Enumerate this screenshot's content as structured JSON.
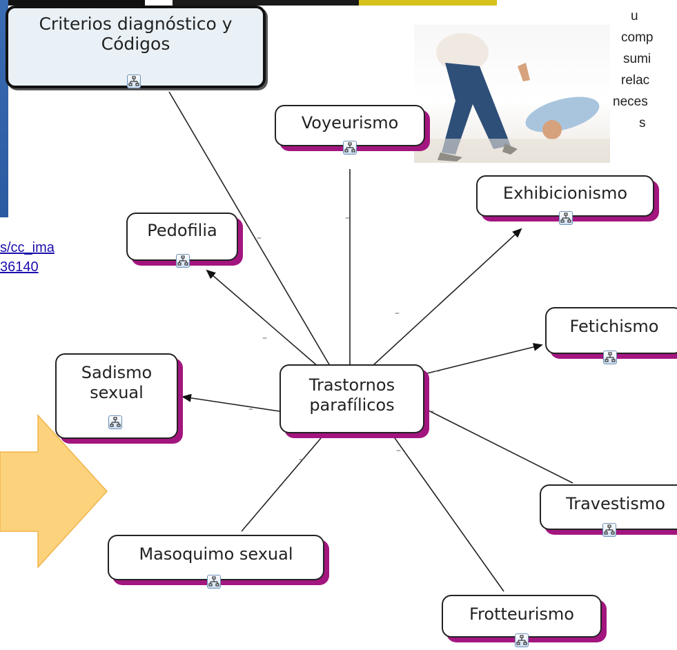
{
  "map": {
    "root": {
      "line1": "Criterios diagnóstico y",
      "line2": "Códigos"
    },
    "center": {
      "line1": "Trastornos",
      "line2": "parafílicos"
    },
    "nodes": {
      "voyeurismo": "Voyeurismo",
      "exhibicionismo": "Exhibicionismo",
      "pedofilia": "Pedofilia",
      "fetichismo": "Fetichismo",
      "sadismo_1": "Sadismo",
      "sadismo_2": "sexual",
      "travestismo": "Travestismo",
      "masoquismo": "Masoquimo sexual",
      "frotteurismo": "Frotteurismo"
    },
    "connector": "–"
  },
  "link": {
    "line1": "s/cc_ima",
    "line2": "36140"
  },
  "side_text": [
    "u",
    "comp",
    "sumi",
    "relac",
    "neces",
    "s"
  ],
  "colors": {
    "shadow": "#a3167f",
    "arrow_fill": "#fdd27c",
    "root_bg": "#e9f1f6",
    "link": "#1a0dab"
  },
  "icons": [
    "concept-map-icon"
  ]
}
